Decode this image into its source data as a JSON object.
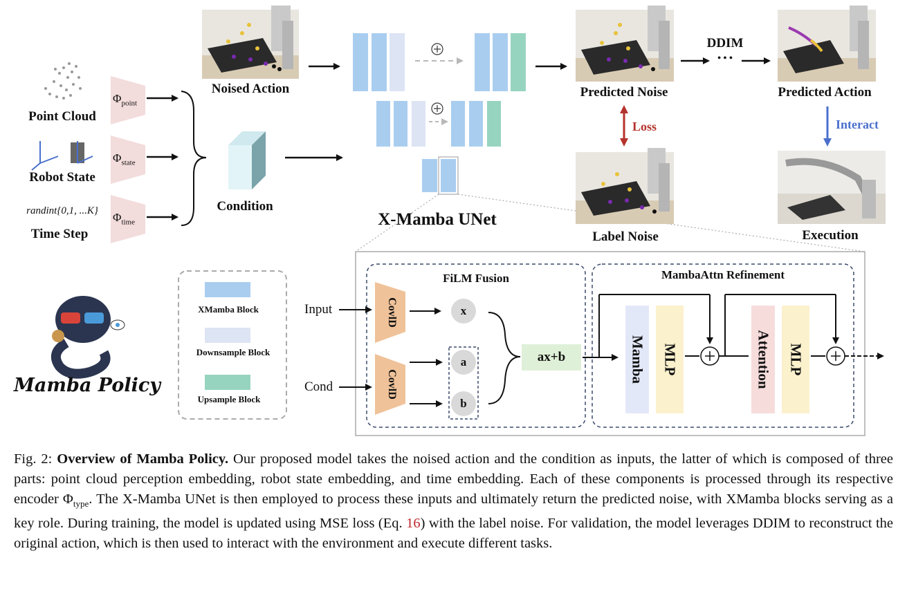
{
  "inputs": {
    "point_cloud": "Point Cloud",
    "robot_state": "Robot State",
    "time_step_formula": "randint{0,1, ...K}",
    "time_step": "Time Step"
  },
  "encoders": {
    "symbol": "Φ",
    "point_sub": "point",
    "state_sub": "state",
    "time_sub": "time"
  },
  "condition_label": "Condition",
  "noised_action": "Noised Action",
  "unet_label": "X-Mamba UNet",
  "plus_symbol": "+",
  "predicted_noise": "Predicted Noise",
  "ddim": "DDIM",
  "ellipsis": "• • •",
  "predicted_action": "Predicted Action",
  "loss": "Loss",
  "interact": "Interact",
  "label_noise": "Label Noise",
  "execution": "Execution",
  "logo_text": "Mamba Policy",
  "legend": {
    "xmamba": "XMamba Block",
    "downsample": "Downsample Block",
    "upsample": "Upsample Block"
  },
  "detail": {
    "input_label": "Input",
    "cond_label": "Cond",
    "film_title": "FiLM Fusion",
    "conv1d": "CovlD",
    "x": "x",
    "a": "a",
    "b": "b",
    "axb": "ax+b",
    "refine_title": "MambaAttn Refinement",
    "mamba": "Mamba",
    "mlp": "MLP",
    "attention": "Attention"
  },
  "caption": {
    "prefix": "Fig. 2: ",
    "title": "Overview of Mamba Policy.",
    "text1": " Our proposed model takes the noised action and the condition as inputs, the latter of which is composed of three parts: point cloud perception embedding, robot state embedding, and time embedding. Each of these components is processed through its respective encoder Φ",
    "sub": "type",
    "text2": ". The X-Mamba UNet is then employed to process these inputs and ultimately return the predicted noise, with XMamba blocks serving as a key role. During training, the model is updated using MSE loss (Eq. ",
    "eq_ref": "16",
    "text3": ") with the label noise. For validation, the model leverages DDIM to reconstruct the original action, which is then used to interact with the environment and execute different tasks."
  },
  "colors": {
    "xmamba": "#a9cdef",
    "downsample": "#dde4f4",
    "upsample": "#97d4c0",
    "encoder": "#f3dcdc",
    "conv": "#f0c299",
    "mamba": "#e3e8f8",
    "mlp": "#fbf1cd",
    "attention": "#f7dcdc",
    "axb": "#dff0d8",
    "loss": "#b5322c",
    "interact": "#4a6fcc",
    "eq_ref": "#c0272d"
  }
}
